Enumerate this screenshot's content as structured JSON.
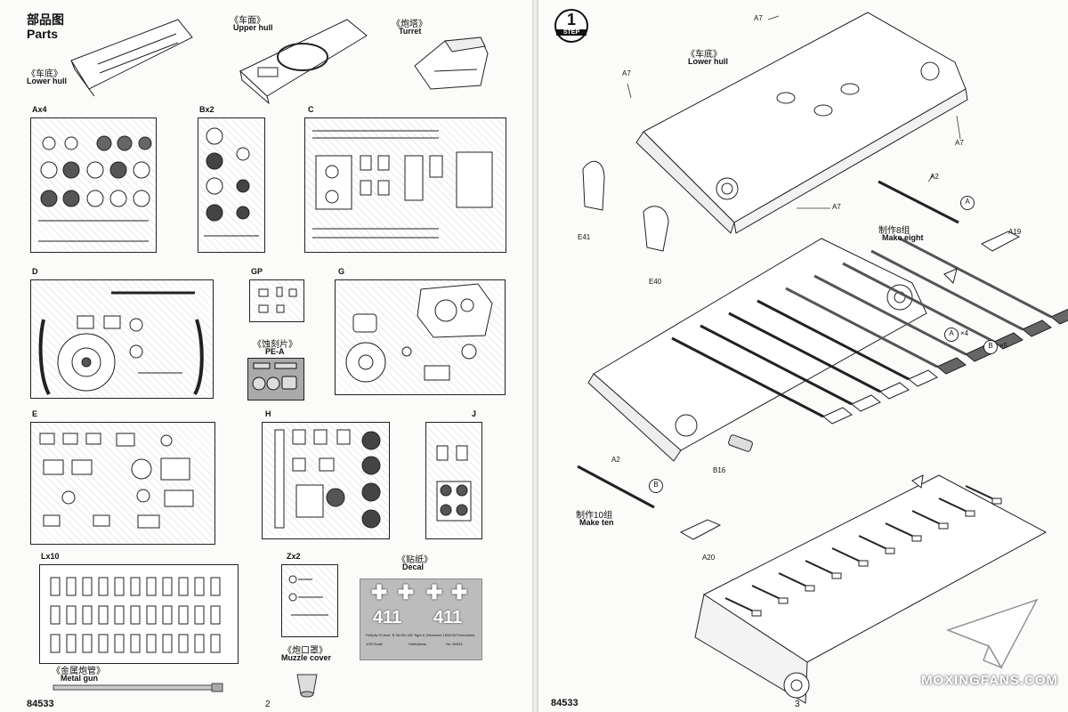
{
  "left": {
    "title_cn": "部品图",
    "title_en": "Parts",
    "lower_hull_cn": "《车底》",
    "lower_hull_en": "Lower hull",
    "upper_hull_cn": "《车面》",
    "upper_hull_en": "Upper hull",
    "turret_cn": "《炮塔》",
    "turret_en": "Turret",
    "sprues": {
      "A": "Ax4",
      "B": "Bx2",
      "C": "C",
      "D": "D",
      "GP": "GP",
      "G": "G",
      "E": "E",
      "H": "H",
      "J": "J",
      "L": "Lx10",
      "Z": "Zx2"
    },
    "pe_cn": "《蚀刻片》",
    "pe_en": "PE-A",
    "decal_cn": "《贴纸》",
    "decal_en": "Decal",
    "decal_number_left": "411",
    "decal_number_right": "411",
    "decal_caption": "PzKpfw VI Ausf. B Sd.Kfz.182 Tiger II (Henschel 1944/45 Production)",
    "decal_scale": "1/35 Scale",
    "decal_brand": "Hobbyboss",
    "decal_code": "No. 84533",
    "metal_gun_cn": "《金属炮管》",
    "metal_gun_en": "Metal gun",
    "muzzle_cn": "《炮口罩》",
    "muzzle_en": "Muzzle cover",
    "catalog_number": "84533",
    "page_number": "2"
  },
  "right": {
    "step_number": "1",
    "step_label": "STEP",
    "lower_hull_cn": "《车底》",
    "lower_hull_en": "Lower hull",
    "parts": {
      "a7": "A7",
      "a2": "A2",
      "a19": "A19",
      "a20": "A20",
      "e41": "E41",
      "e40": "E40",
      "b16": "B16"
    },
    "callout_a": "A",
    "callout_b": "B",
    "qty_a": "×4",
    "qty_b": "×5",
    "make_eight_cn": "制作8组",
    "make_eight_en": "Make eight",
    "make_ten_cn": "制作10组",
    "make_ten_en": "Make ten",
    "catalog_number": "84533",
    "page_number": "3",
    "watermark": "MOXINGFANS.COM"
  }
}
